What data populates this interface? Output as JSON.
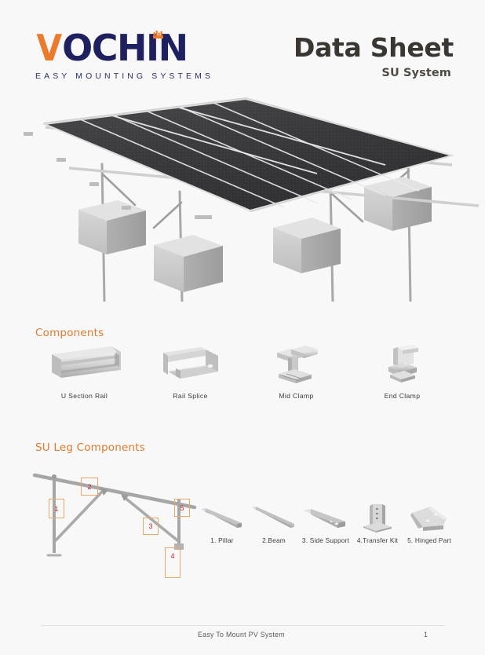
{
  "page": {
    "background_color": "#f8f8f8",
    "accent_color": "#e07a2d",
    "brand_navy": "#1f2060",
    "brand_orange": "#eb7a2a",
    "callout_border_color": "#e8a86a",
    "callout_text_color": "#c2252a"
  },
  "header": {
    "logo": {
      "first_letter": "V",
      "rest": "OCHIN",
      "tagline": "EASY MOUNTING SYSTEMS",
      "dot_icon": "solar-panel-dot-icon"
    },
    "title": "Data Sheet",
    "subtitle": "SU System"
  },
  "hero": {
    "caption": "ground-mount-solar-array-render",
    "panel_rows": 3,
    "panel_columns": 6,
    "foundation_blocks": 4
  },
  "components_section": {
    "title": "Components",
    "items": [
      {
        "label": "U Section Rail",
        "icon": "u-section-rail-icon"
      },
      {
        "label": "Rail Splice",
        "icon": "rail-splice-icon"
      },
      {
        "label": "Mid Clamp",
        "icon": "mid-clamp-icon"
      },
      {
        "label": "End Clamp",
        "icon": "end-clamp-icon"
      }
    ]
  },
  "leg_section": {
    "title": "SU Leg Components",
    "callouts": [
      {
        "number": "1"
      },
      {
        "number": "2"
      },
      {
        "number": "3"
      },
      {
        "number": "4"
      },
      {
        "number": "5"
      }
    ],
    "parts": [
      {
        "label": "1. Pillar",
        "icon": "pillar-icon"
      },
      {
        "label": "2.Beam",
        "icon": "beam-icon"
      },
      {
        "label": "3. Side Support",
        "icon": "side-support-icon"
      },
      {
        "label": "4.Transfer Kit",
        "icon": "transfer-kit-icon"
      },
      {
        "label": "5. Hinged Part",
        "icon": "hinged-part-icon"
      }
    ]
  },
  "footer": {
    "text": "Easy To Mount PV System",
    "page_number": "1"
  }
}
